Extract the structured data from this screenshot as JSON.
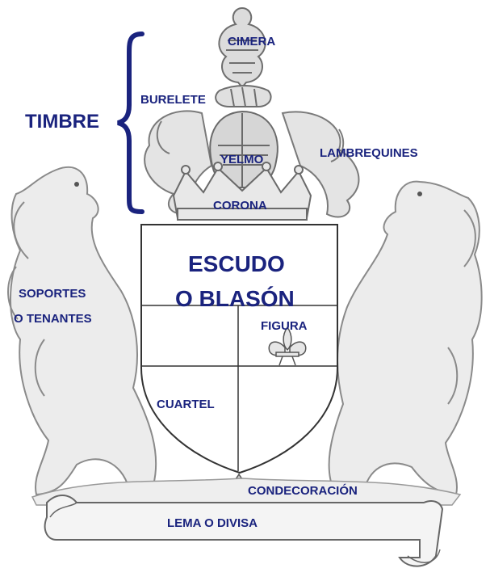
{
  "colors": {
    "label": "#1a237e",
    "line_art": "#555555",
    "shield_line": "#333333",
    "ribbon_fill": "#f4f4f4"
  },
  "labels": {
    "timbre": "TIMBRE",
    "cimera": "CIMERA",
    "burelete": "BURELETE",
    "yelmo": "YELMO",
    "corona": "CORONA",
    "lambrequines": "LAMBREQUINES",
    "escudo_line1": "ESCUDO",
    "escudo_line2": "O BLASÓN",
    "figura": "FIGURA",
    "soportes_line1": "SOPORTES",
    "soportes_line2": "O TENANTES",
    "cuartel": "CUARTEL",
    "condecoracion": "CONDECORACIÓN",
    "lema": "LEMA O DIVISA"
  },
  "icons": {
    "bracket": "curly-brace-icon",
    "fleur": "fleur-de-lis-icon",
    "cross": "maltese-cross-icon",
    "eagle": "eagle-crest-icon",
    "helmet": "helmet-icon",
    "crown": "crown-icon",
    "lion_left": "lion-left-icon",
    "lion_right": "lion-right-icon"
  }
}
